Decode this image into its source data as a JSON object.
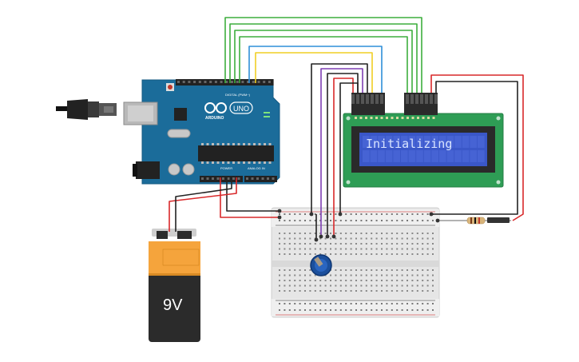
{
  "lcd": {
    "text": "Initializing"
  },
  "battery": {
    "label": "9V"
  },
  "arduino": {
    "brand": "ARDUINO",
    "model": "UNO",
    "digital_label": "DIGITAL (PWM~)",
    "power_label": "POWER",
    "analog_label": "ANALOG IN"
  },
  "colors": {
    "board": "#1b6c9a",
    "lcd_screen": "#3a57c8",
    "lcd_pcb": "#2e9d55",
    "battery_orange": "#f5a43c",
    "battery_black": "#2b2b2b",
    "wire_green": "#3dae3d",
    "wire_yellow": "#f0cf25",
    "wire_blue": "#2f8fd8",
    "wire_black": "#222222",
    "wire_red": "#d8282a",
    "wire_purple": "#7e3fb3",
    "breadboard": "#e9e9e9",
    "pot_knob": "#1b4f9c"
  }
}
